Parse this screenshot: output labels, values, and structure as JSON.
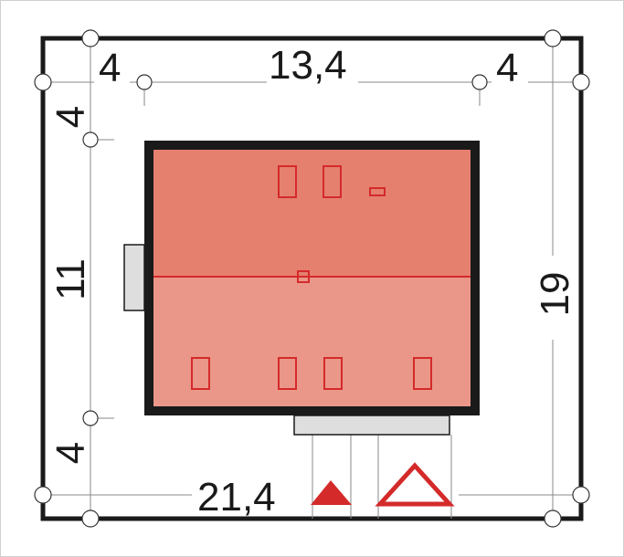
{
  "dimensions": {
    "left_setback": "4",
    "house_width": "13,4",
    "right_setback": "4",
    "top_setback": "4",
    "house_depth": "11",
    "bottom_setback": "4",
    "plot_depth": "19",
    "plot_width": "21,4"
  },
  "colors": {
    "plot_border": "#1a1a1a",
    "roof_upper": "#e5806f",
    "roof_lower": "#ea978a",
    "ridge_line": "#d42a2a",
    "house_wall": "#1a1a1a",
    "entrance_marker": "#d42a2a",
    "annex": "#dedede"
  },
  "icons": {
    "pedestrian_entrance": "filled-triangle-icon",
    "vehicle_entrance": "outline-triangle-icon"
  }
}
